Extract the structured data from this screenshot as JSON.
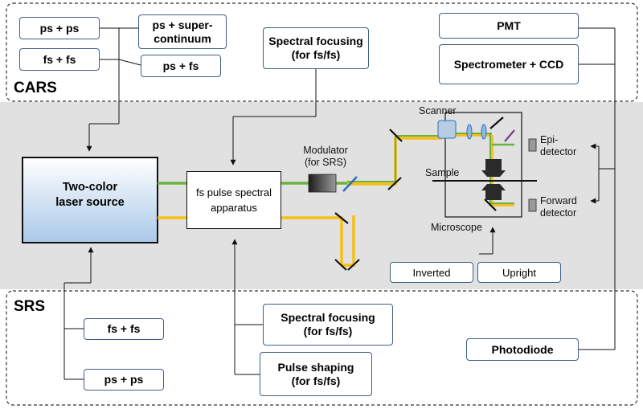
{
  "regions": {
    "cars": "CARS",
    "srs": "SRS"
  },
  "cars_options": {
    "ps_ps": "ps + ps",
    "ps_supercontinuum": [
      "ps + super-",
      "continuum"
    ],
    "fs_fs": "fs + fs",
    "ps_fs": "ps + fs"
  },
  "srs_options": {
    "fs_fs": "fs + fs",
    "ps_ps": "ps + ps"
  },
  "spectral_focusing_cars": [
    "Spectral focusing",
    "(for fs/fs)"
  ],
  "spectral_focusing_srs": [
    "Spectral focusing",
    "(for fs/fs)"
  ],
  "pulse_shaping_srs": [
    "Pulse shaping",
    "(for fs/fs)"
  ],
  "laser_source": [
    "Two-color",
    "laser source"
  ],
  "pulse_apparatus": [
    "fs pulse spectral",
    "apparatus"
  ],
  "detectors_cars": {
    "pmt": "PMT",
    "spectrometer": "Spectrometer + CCD"
  },
  "detectors_srs": {
    "photodiode": "Photodiode"
  },
  "optics_labels": {
    "modulator": [
      "Modulator",
      "(for SRS)"
    ],
    "scanner": "Scanner",
    "sample": "Sample",
    "epi": [
      "Epi-",
      "detector"
    ],
    "forward": [
      "Forward",
      "detector"
    ],
    "microscope": "Microscope"
  },
  "microscope_options": {
    "inverted": "Inverted",
    "upright": "Upright"
  },
  "colors": {
    "green": "#6bb33e",
    "yellow": "#f6bf12",
    "gray_band": "#e1e1e1",
    "border": "#3f5f88"
  }
}
